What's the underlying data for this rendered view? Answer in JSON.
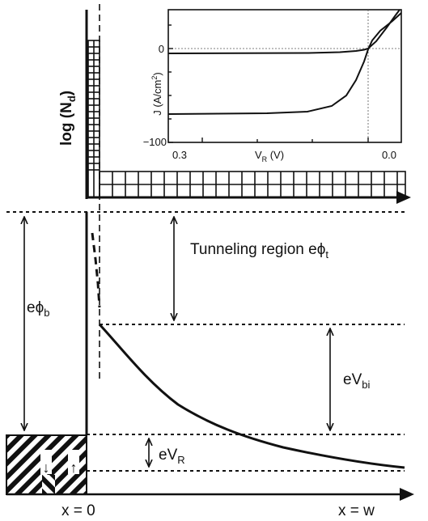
{
  "main_plot": {
    "y_axis_label": "log (N",
    "y_axis_label_sub": "d",
    "y_axis_label_close": ")",
    "tunneling_label": "Tunneling region e",
    "tunneling_phi": "ϕ",
    "tunneling_sub": "t",
    "barrier_label": "eϕ",
    "barrier_sub": "b",
    "vbi_label": "eV",
    "vbi_sub": "bi",
    "vr_label": "eV",
    "vr_sub": "R",
    "x0_label": "x = 0",
    "xw_label": "x = w",
    "arrow_down_glyph": "↓",
    "arrow_up_glyph": "↑"
  },
  "inset": {
    "y_axis_label": "J (A/cm",
    "y_axis_label_sup": "2",
    "y_axis_label_close": ")",
    "x_axis_label": "V",
    "x_axis_label_sub": "R",
    "x_axis_label_unit": " (V)",
    "y_ticks": [
      "0",
      "−100"
    ],
    "x_ticks": [
      "0.3",
      "0.0"
    ]
  },
  "colors": {
    "line": "#111111",
    "background": "#ffffff"
  }
}
